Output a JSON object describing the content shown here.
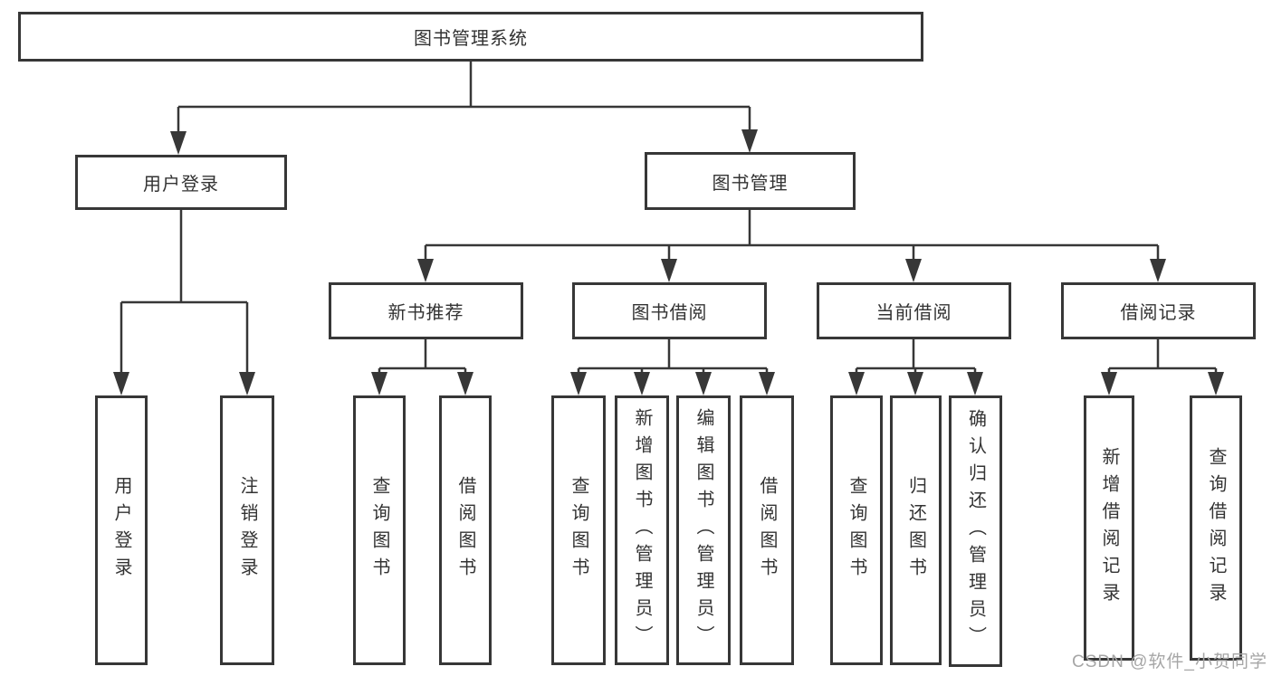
{
  "diagram": {
    "tree": {
      "root": {
        "label": "图书管理系统",
        "children": [
          {
            "label": "用户登录",
            "children": [
              {
                "label": "用户登录"
              },
              {
                "label": "注销登录"
              }
            ]
          },
          {
            "label": "图书管理",
            "children": [
              {
                "label": "新书推荐",
                "children": [
                  {
                    "label": "查询图书"
                  },
                  {
                    "label": "借阅图书"
                  }
                ]
              },
              {
                "label": "图书借阅",
                "children": [
                  {
                    "label": "查询图书"
                  },
                  {
                    "label": "新增图书（管理员）"
                  },
                  {
                    "label": "编辑图书（管理员）"
                  },
                  {
                    "label": "借阅图书"
                  }
                ]
              },
              {
                "label": "当前借阅",
                "children": [
                  {
                    "label": "查询图书"
                  },
                  {
                    "label": "归还图书"
                  },
                  {
                    "label": "确认归还（管理员）"
                  }
                ]
              },
              {
                "label": "借阅记录",
                "children": [
                  {
                    "label": "新增借阅记录"
                  },
                  {
                    "label": "查询借阅记录"
                  }
                ]
              }
            ]
          }
        ]
      }
    },
    "colors": {
      "line": "#373737",
      "text": "#333333",
      "watermark": "#a6a6a6",
      "background": "#ffffff"
    }
  },
  "watermark": {
    "text": "CSDN @软件_小贺同学"
  }
}
